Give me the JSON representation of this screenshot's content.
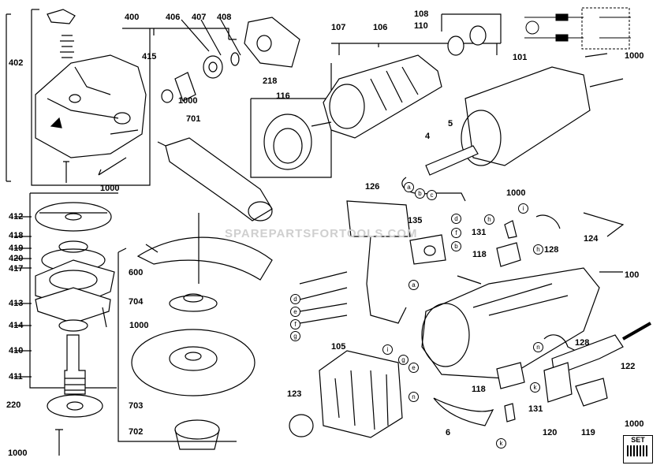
{
  "labels": {
    "l400": "400",
    "l406": "406",
    "l407": "407",
    "l408": "408",
    "l108": "108",
    "l107": "107",
    "l106": "106",
    "l110": "110",
    "l402": "402",
    "l415": "415",
    "l218": "218",
    "l101": "101",
    "l1000a": "1000",
    "l1000b": "1000",
    "l1000c": "1000",
    "l1000d": "1000",
    "l1000e": "1000",
    "l1000f": "1000",
    "l1000set": "1000",
    "l116": "116",
    "l701": "701",
    "l5": "5",
    "l4": "4",
    "l126": "126",
    "l412": "412",
    "l418": "418",
    "l419": "419",
    "l420": "420",
    "l417": "417",
    "l600": "600",
    "l135": "135",
    "l131a": "131",
    "l124": "124",
    "l128a": "128",
    "l118a": "118",
    "l100": "100",
    "l413": "413",
    "l704": "704",
    "l414": "414",
    "l410": "410",
    "l105": "105",
    "l128b": "128",
    "l122": "122",
    "l411": "411",
    "l703": "703",
    "l118b": "118",
    "l123": "123",
    "l220": "220",
    "l131b": "131",
    "l6": "6",
    "l120": "120",
    "l119": "119",
    "l702": "702"
  },
  "circles": {
    "a1": "a",
    "b1": "b",
    "c1": "c",
    "d1": "d",
    "f1": "f",
    "b2": "b",
    "h1": "h",
    "i1": "i",
    "h2": "h",
    "d2": "d",
    "e1": "e",
    "f2": "f",
    "g1": "g",
    "a2": "a",
    "i2": "i",
    "g2": "g",
    "e2": "e",
    "n1": "n",
    "n2": "n",
    "k1": "k",
    "k2": "k"
  },
  "watermark": "SPAREPARTSFORTOOLS.COM",
  "set_badge": "SET"
}
